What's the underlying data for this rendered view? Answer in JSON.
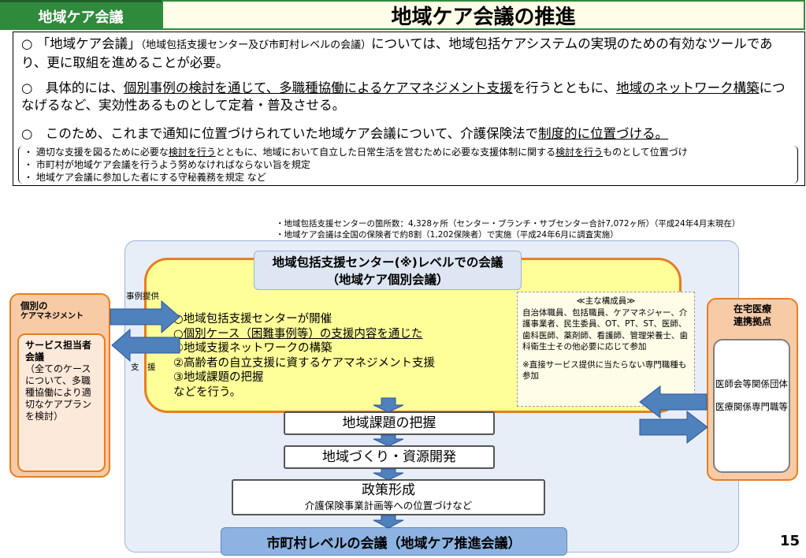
{
  "header": {
    "tag": "地域ケア会議",
    "title": "地域ケア会議の推進"
  },
  "intro": {
    "b1_a": "○ 「地域ケア会議」",
    "b1_b": "（地域包括支援センター及び市町村レベルの会議）",
    "b1_c": "については、地域包括ケアシステムの実現のための有効なツールであり、更に取組を進めることが必要。",
    "b2_a": "○　具体的には、",
    "b2_u1": "個別事例の検討を通じて、多職種協働によるケアマネジメント支援",
    "b2_b": "を行うとともに、",
    "b2_u2": "地域のネットワーク構築",
    "b2_c": "につなげるなど、実効性あるものとして定着・普及させる。",
    "b3_a": "○　このため、これまで通知に位置づけられていた地域ケア会議について、介護保険法で",
    "b3_u": "制度的に位置づける。",
    "d1_a": "・ 適切な支援を図るために必要な",
    "d1_u1": "検討を行う",
    "d1_b": "とともに、地域において自立した日常生活を営むために必要な支援体制に関する",
    "d1_u2": "検討を行う",
    "d1_c": "ものとして位置づけ",
    "d2": "・ 市町村が地域ケア会議を行うよう努めなければならない旨を規定",
    "d3": "・ 地域ケア会議に参加した者にする守秘義務を規定 など"
  },
  "stats": [
    "・地域包括支援センターの箇所数：4,328ヶ所（センター・ブランチ・サブセンター合計7,072ヶ所）（平成24年4月末現在）",
    "・地域ケア会議は全国の保険者で約8割（1,202保険者）で実施（平成24年6月に調査実施）"
  ],
  "center": {
    "head_line1": "地域包括支援センター(※)レベルでの会議",
    "head_line2": "（地域ケア個別会議）",
    "list": [
      "○地域包括支援センターが開催",
      "○個別ケース（困難事例等）の支援内容を通じた",
      "①地域支援ネットワークの構築",
      "②高齢者の自立支援に資するケアマネジメント支援",
      "③地域課題の把握",
      "などを行う。"
    ]
  },
  "members": {
    "title": "≪主な構成員≫",
    "body": "自治体職員、包括職員、ケアマネジャー、介護事業者、民生委員、OT、PT、ST、医師、歯科医師、薬剤師、看護師、管理栄養士、歯科衛生士その他必要に応じて参加",
    "note": "※直接サービス提供に当たらない専門職種も参加"
  },
  "steps": {
    "s1": "地域課題の把握",
    "s2": "地域づくり・資源開発",
    "s3": "政策形成",
    "s3_sub": "介護保険事業計画等への位置づけなど"
  },
  "bottom": "市町村レベルの会議（地域ケア推進会議）",
  "left": {
    "title1": "個別の",
    "title2": "ケアマネジメント",
    "inner_head": "サービス担当者会議",
    "inner_body": "（全てのケースについて、多職種協働により適切なケアプランを検討）",
    "label_case": "事例提供",
    "label_support": "支　援"
  },
  "right": {
    "title1": "在宅医療",
    "title2": "連携拠点",
    "item1": "医師会等関係団体",
    "item2": "医療関係専門職等"
  },
  "page_number": "15",
  "colors": {
    "green": "#2f8a3c",
    "orange": "#e67e22",
    "yellow": "#ffff99",
    "blue_arrow": "#4f81bd"
  }
}
